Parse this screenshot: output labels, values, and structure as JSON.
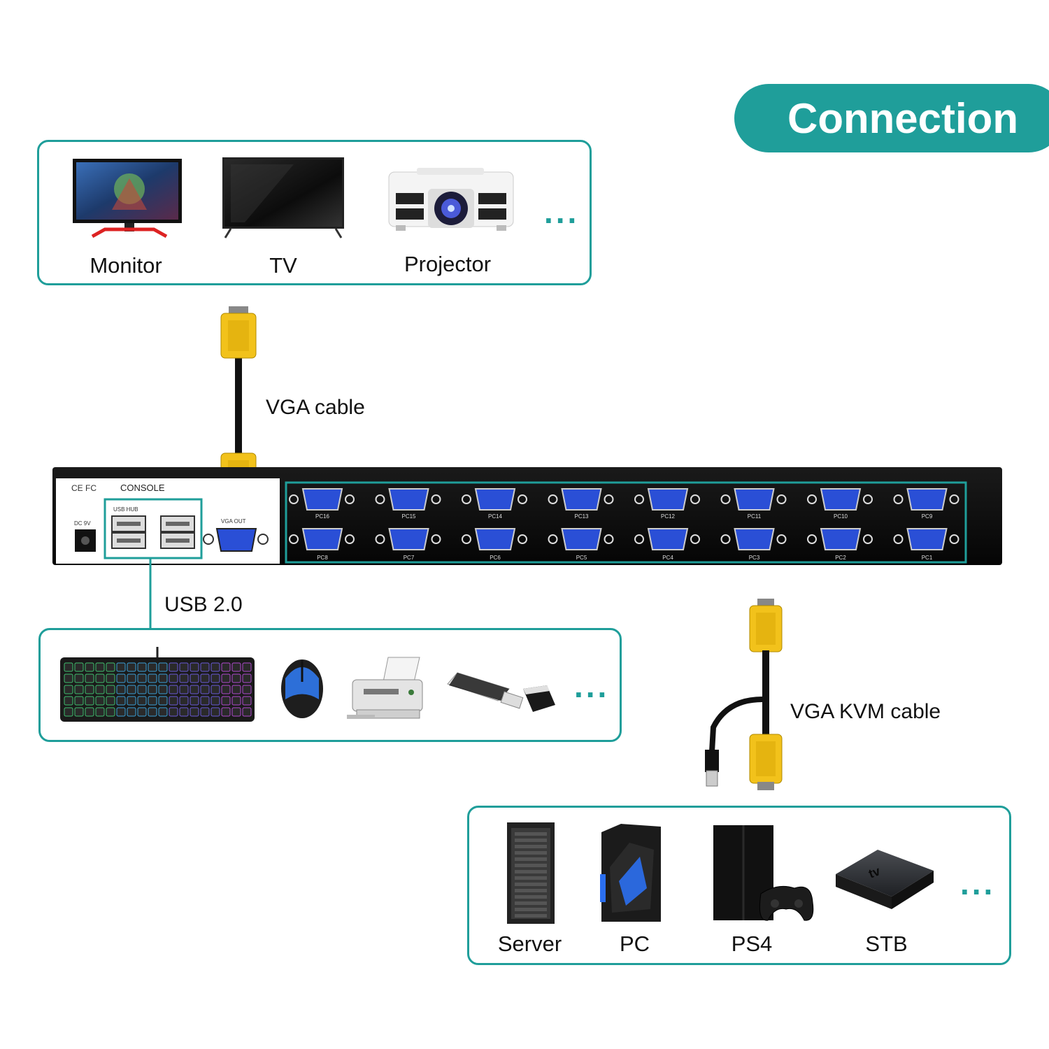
{
  "title": "Connection",
  "display_devices": {
    "items": [
      {
        "label": "Monitor",
        "icon": "monitor-icon"
      },
      {
        "label": "TV",
        "icon": "tv-icon"
      },
      {
        "label": "Projector",
        "icon": "projector-icon"
      }
    ],
    "more": "..."
  },
  "cables": {
    "vga": "VGA cable",
    "usb": "USB 2.0",
    "vga_kvm": "VGA KVM cable"
  },
  "kvm_switch": {
    "marks": "CE FC",
    "console": "CONSOLE",
    "usb_hub": "USB HUB",
    "vga_out": "VGA OUT",
    "dc": "DC 9V",
    "ports_top": [
      "PC16",
      "PC15",
      "PC14",
      "PC13",
      "PC12",
      "PC11",
      "PC10",
      "PC9"
    ],
    "ports_bottom": [
      "PC8",
      "PC7",
      "PC6",
      "PC5",
      "PC4",
      "PC3",
      "PC2",
      "PC1"
    ]
  },
  "usb_devices": {
    "items": [
      {
        "icon": "keyboard-icon"
      },
      {
        "icon": "mouse-icon"
      },
      {
        "icon": "printer-icon"
      },
      {
        "icon": "usb-drive-icon"
      }
    ],
    "more": "..."
  },
  "computers": {
    "items": [
      {
        "label": "Server",
        "icon": "server-icon"
      },
      {
        "label": "PC",
        "icon": "pc-icon"
      },
      {
        "label": "PS4",
        "icon": "ps4-icon"
      },
      {
        "label": "STB",
        "icon": "stb-icon"
      }
    ],
    "more": "..."
  },
  "colors": {
    "accent": "#1f9e9a",
    "vga_blue": "#2a4fd6",
    "connector_yellow": "#f2c21b"
  }
}
